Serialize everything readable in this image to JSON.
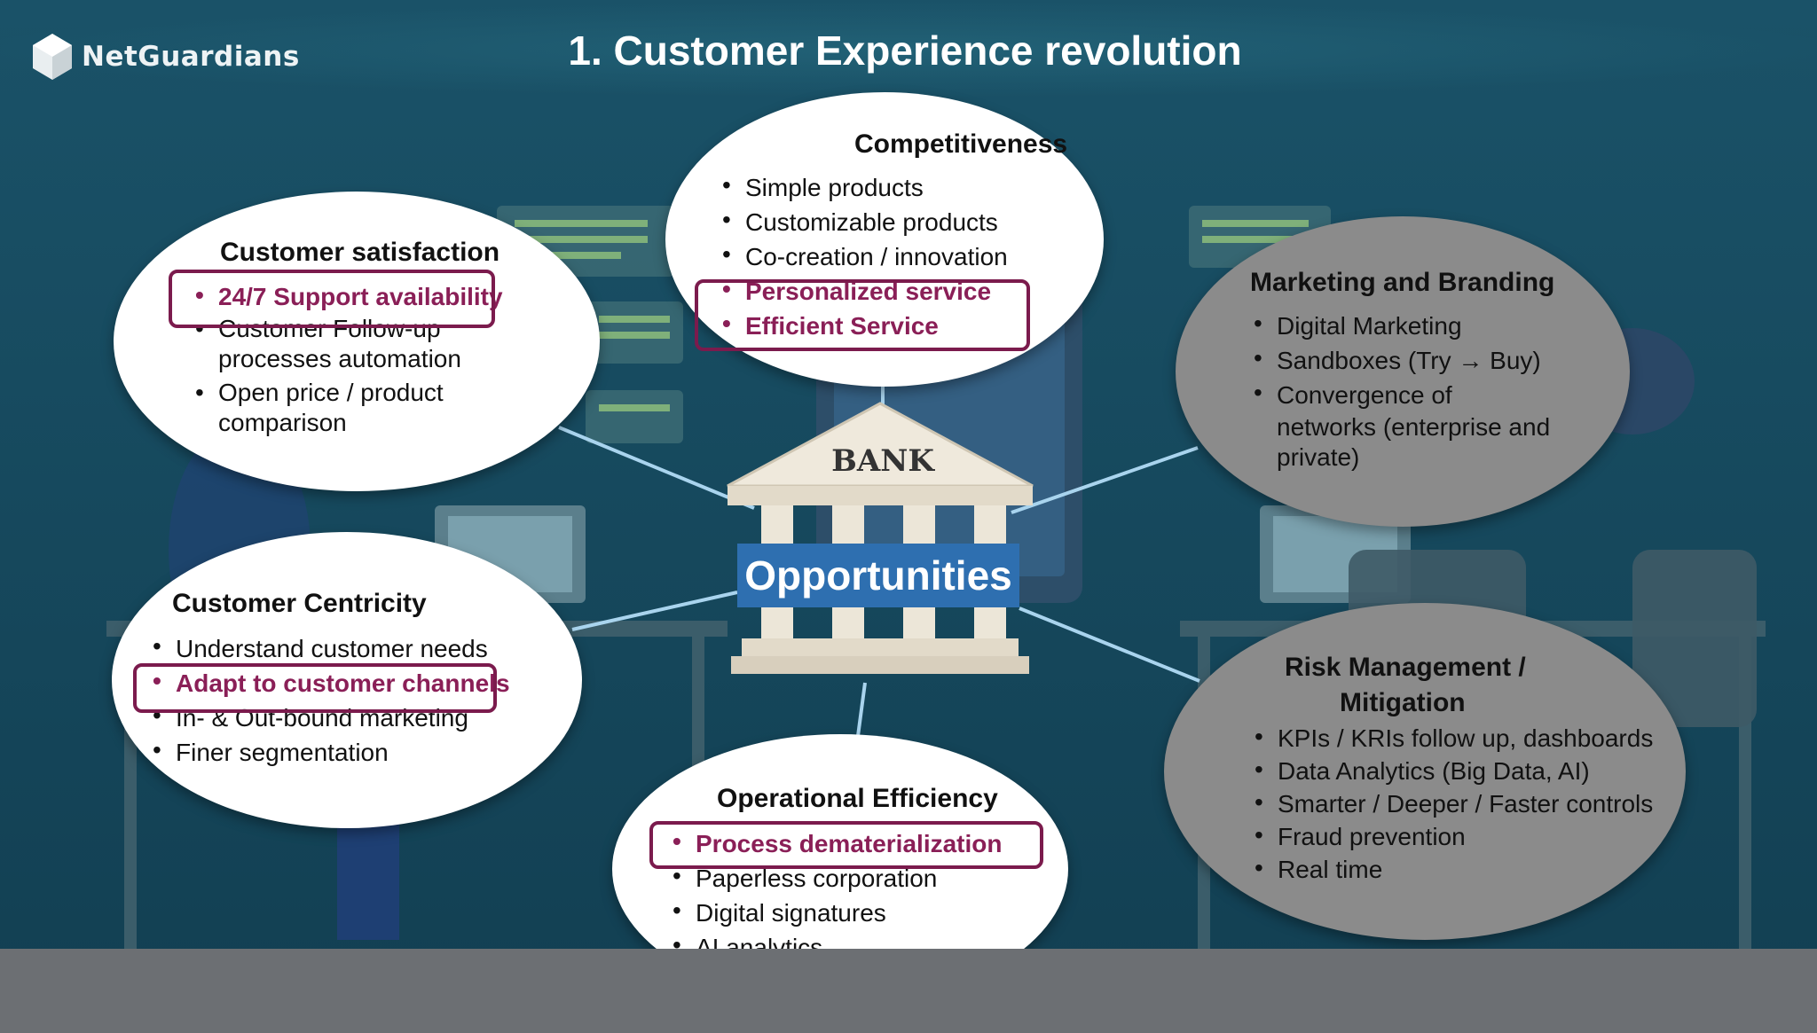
{
  "logo": {
    "text": "NetGuardians"
  },
  "title": "1. Customer Experience revolution",
  "center": {
    "bank_label": "BANK",
    "label": "Opportunities"
  },
  "colors": {
    "background": "#164a5e",
    "highlight": "#8a1f57",
    "center_box": "#2e6fb0",
    "grey_bubble": "#8b8b8b"
  },
  "bubbles": {
    "competitiveness": {
      "title": "Competitiveness",
      "items": [
        "Simple products",
        "Customizable products",
        "Co-creation / innovation",
        "Personalized service",
        "Efficient Service"
      ],
      "highlighted": [
        "Personalized service",
        "Efficient Service"
      ]
    },
    "customer_satisfaction": {
      "title": "Customer satisfaction",
      "items": [
        "24/7 Support availability",
        "Customer Follow-up",
        "processes automation",
        "Open price / product",
        "comparison"
      ],
      "highlighted": [
        "24/7 Support availability"
      ]
    },
    "marketing_branding": {
      "title": "Marketing and Branding",
      "items": [
        "Digital Marketing",
        "Sandboxes (Try → Buy)",
        "Convergence of",
        "networks (enterprise and",
        "private)"
      ]
    },
    "customer_centricity": {
      "title": "Customer Centricity",
      "items": [
        "Understand customer needs",
        "Adapt to customer channels",
        "In- & Out-bound marketing",
        "Finer segmentation"
      ],
      "highlighted": [
        "Adapt to customer channels"
      ]
    },
    "risk_management": {
      "title_line1": "Risk Management /",
      "title_line2": "Mitigation",
      "items": [
        "KPIs / KRIs follow up, dashboards",
        "Data Analytics (Big Data, AI)",
        "Smarter / Deeper / Faster controls",
        "Fraud prevention",
        "Real time"
      ]
    },
    "operational_efficiency": {
      "title": "Operational Efficiency",
      "items": [
        "Process dematerialization",
        "Paperless corporation",
        "Digital signatures",
        "AI analytics"
      ],
      "highlighted": [
        "Process dematerialization"
      ]
    }
  }
}
